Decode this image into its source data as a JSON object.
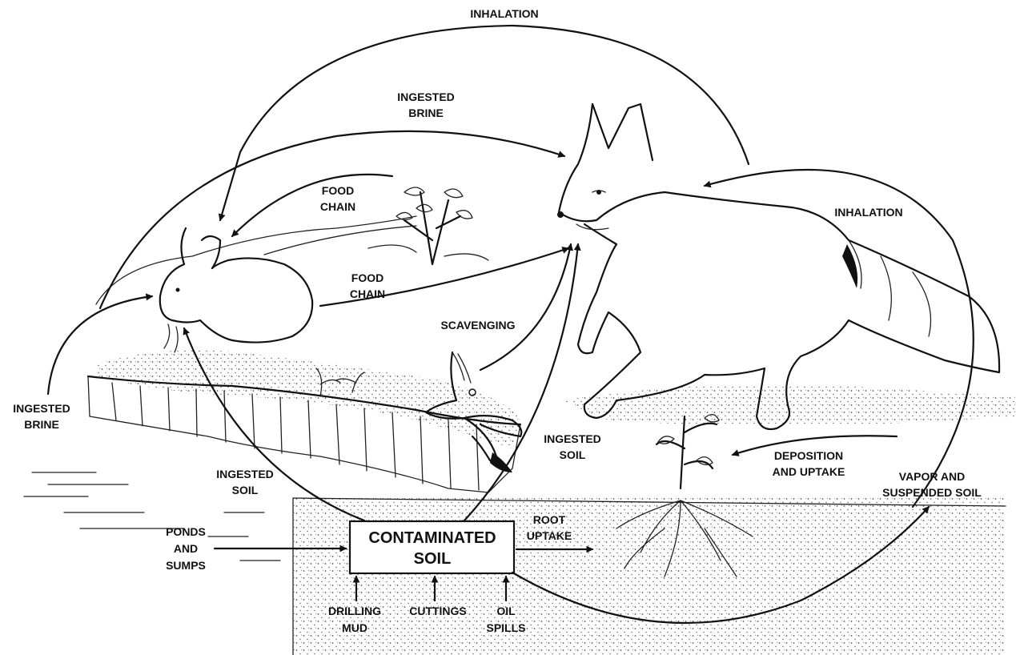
{
  "colors": {
    "ink": "#111111",
    "paper": "#ffffff",
    "stipple": "#555555"
  },
  "source_box": {
    "line1": "CONTAMINATED",
    "line2": "SOIL"
  },
  "labels": {
    "inhalation_top": "INHALATION",
    "ingested_brine_top": [
      "INGESTED",
      "BRINE"
    ],
    "food_chain_upper": [
      "FOOD",
      "CHAIN"
    ],
    "food_chain_lower": [
      "FOOD",
      "CHAIN"
    ],
    "inhalation_right": "INHALATION",
    "scavenging": "SCAVENGING",
    "ingested_brine_left": [
      "INGESTED",
      "BRINE"
    ],
    "ingested_soil_left": [
      "INGESTED",
      "SOIL"
    ],
    "ingested_soil_mid": [
      "INGESTED",
      "SOIL"
    ],
    "deposition_uptake": [
      "DEPOSITION",
      "AND UPTAKE"
    ],
    "vapor_suspended": [
      "VAPOR AND",
      "SUSPENDED SOIL"
    ],
    "root_uptake": [
      "ROOT",
      "UPTAKE"
    ],
    "ponds_sumps": [
      "PONDS",
      "AND",
      "SUMPS"
    ],
    "drilling_mud": [
      "DRILLING",
      "MUD"
    ],
    "cuttings": "CUTTINGS",
    "oil_spills": [
      "OIL",
      "SPILLS"
    ]
  },
  "figures": [
    "fox",
    "rabbit",
    "bird",
    "shrub",
    "seedling",
    "rooted-plant"
  ]
}
